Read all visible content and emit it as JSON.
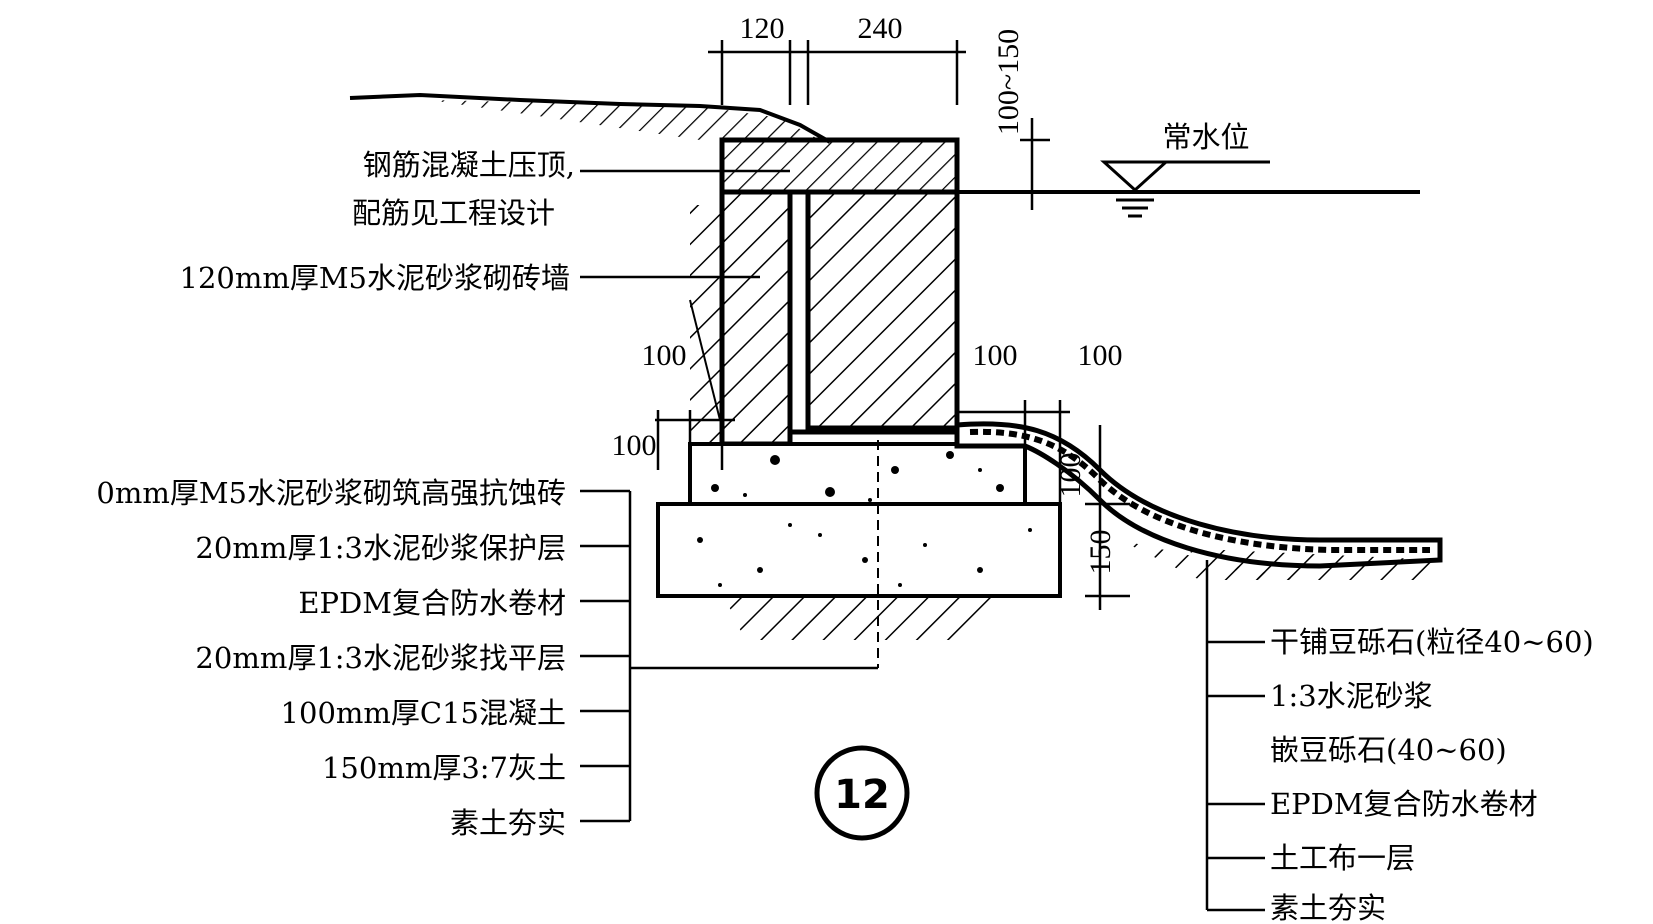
{
  "dimensions": {
    "top_brick": "120",
    "top_cap": "240",
    "cap_above_water": "100~150",
    "left_offset": "100",
    "right_offset_a": "100",
    "right_offset_b": "100",
    "base_left": "100",
    "base_right": "100",
    "gravel_bed": "150"
  },
  "water_level_label": "常水位",
  "left_labels": {
    "cap_line1": "钢筋混凝土压顶,",
    "cap_line2": "配筋见工程设计",
    "brick_wall": "120mm厚M5水泥砂浆砌砖墙"
  },
  "left_layers": [
    "0mm厚M5水泥砂浆砌筑高强抗蚀砖",
    "20mm厚1:3水泥砂浆保护层",
    "EPDM复合防水卷材",
    "20mm厚1:3水泥砂浆找平层",
    "100mm厚C15混凝土",
    "150mm厚3:7灰土",
    "素土夯实"
  ],
  "right_layers": [
    "干铺豆砾石(粒径40~60)",
    "1:3水泥砂浆",
    "嵌豆砾石(40~60)",
    "EPDM复合防水卷材",
    "土工布一层",
    "素土夯实"
  ],
  "detail_number": "12"
}
